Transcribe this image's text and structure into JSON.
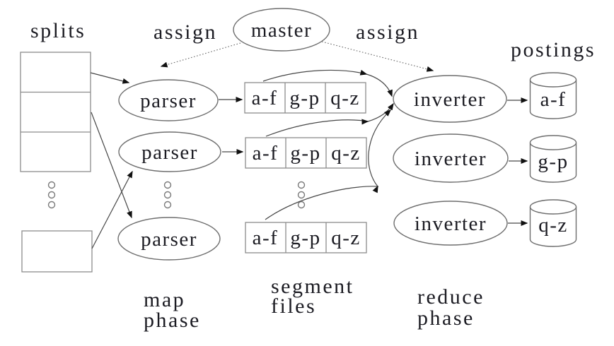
{
  "labels": {
    "splits": "splits",
    "assign_left": "assign",
    "assign_right": "assign",
    "postings": "postings",
    "map_phase": [
      "map",
      "phase"
    ],
    "segment_files": [
      "segment",
      "files"
    ],
    "reduce_phase": [
      "reduce",
      "phase"
    ]
  },
  "nodes": {
    "master": "master",
    "parsers": [
      "parser",
      "parser",
      "parser"
    ],
    "inverters": [
      "inverter",
      "inverter",
      "inverter"
    ]
  },
  "segment_rows": [
    {
      "cells": [
        "a-f",
        "g-p",
        "q-z"
      ]
    },
    {
      "cells": [
        "a-f",
        "g-p",
        "q-z"
      ]
    },
    {
      "cells": [
        "a-f",
        "g-p",
        "q-z"
      ]
    }
  ],
  "postings": [
    "a-f",
    "g-p",
    "q-z"
  ],
  "colors": {
    "background": "#ffffff",
    "line": "#474747",
    "shape_border": "#6e6e6e",
    "box_border": "#8c8c8c",
    "text": "#1b1b22",
    "arrowhead": "#111111"
  }
}
